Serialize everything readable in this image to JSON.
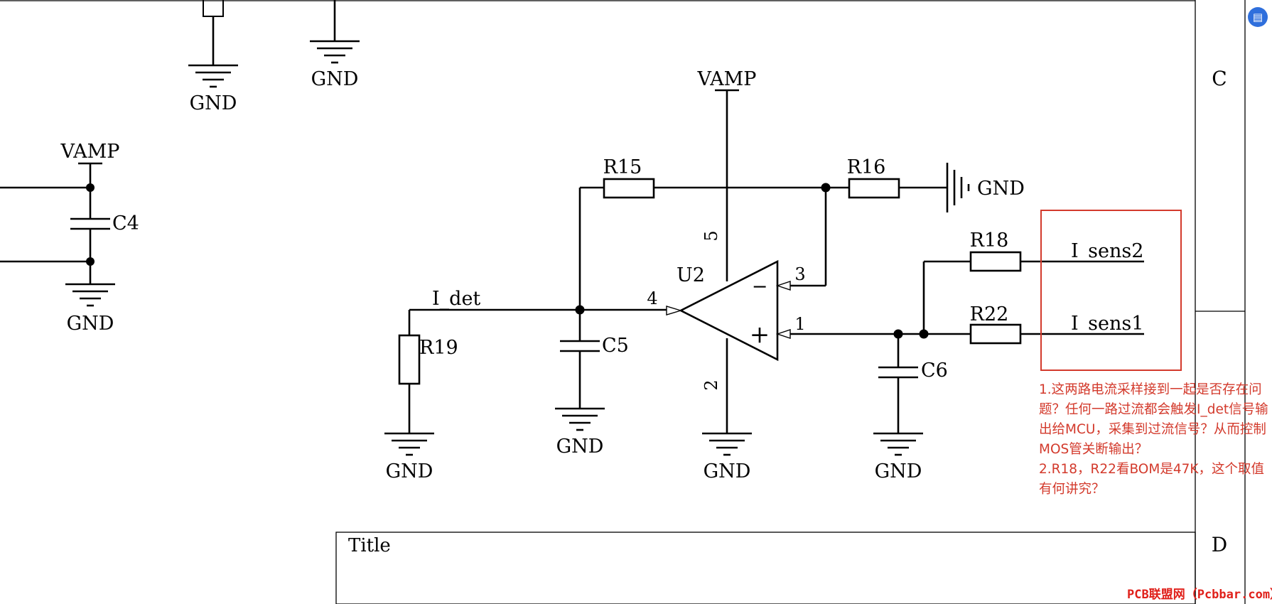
{
  "schematic": {
    "nets": {
      "vamp": "VAMP",
      "gnd": "GND",
      "i_det": "I_det",
      "i_sens1": "I_sens1",
      "i_sens2": "I_sens2"
    },
    "components": {
      "u2": "U2",
      "r15": "R15",
      "r16": "R16",
      "r18": "R18",
      "r19": "R19",
      "r22": "R22",
      "c4": "C4",
      "c5": "C5",
      "c6": "C6"
    },
    "pins": {
      "p1": "1",
      "p2": "2",
      "p3": "3",
      "p4": "4",
      "p5": "5",
      "minus": "−",
      "plus": "+"
    },
    "zones": {
      "c": "C",
      "d": "D"
    },
    "title_label": "Title"
  },
  "annotation": {
    "color": "#d33a2c",
    "lines": [
      "1.这两路电流采样接到一起是否存在问题？任何一路过流都会触发I_det信号输出给MCU，采集到过流信号？从而控制MOS管关断输出？",
      "2.R18，R22看BOM是47K，这个取值有何讲究？"
    ]
  },
  "watermark": "PCB联盟网（Pcbbar.com）",
  "corner_icon": "document-icon"
}
